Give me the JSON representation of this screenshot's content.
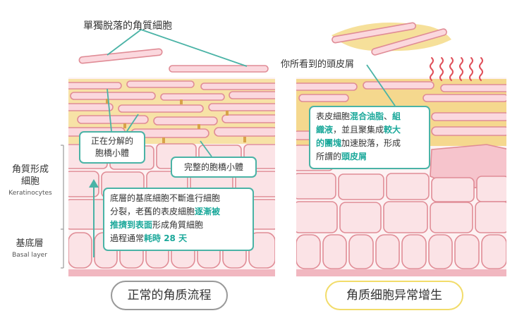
{
  "labels": {
    "shedding_cells": "單獨脫落的角質細胞",
    "visible_dandruff": "你所看到的頭皮屑",
    "keratinocytes_zh_1": "角質形成",
    "keratinocytes_zh_2": "細胞",
    "keratinocytes_en": "Keratinocytes",
    "basal_zh": "基底層",
    "basal_en": "Basal layer"
  },
  "callouts": {
    "decomposing": {
      "line1": "正在分解的",
      "line2": "胞橋小體"
    },
    "intact": "完整的胞橋小體",
    "process": {
      "l1": "底層的基底細胞不斷進行細胞",
      "l2a": "分裂，老舊的表皮細胞",
      "l2b": "逐漸被",
      "l3a": "推擠到表面",
      "l3b": "形成角質細胞",
      "l4a": "過程通常",
      "l4b": "耗時 28 天"
    },
    "dandruff": {
      "l1a": "表皮細胞",
      "l1b": "混合油脂",
      "l1c": "、",
      "l1d": "組",
      "l2a": "織液",
      "l2b": "，並且聚集成",
      "l2c": "較大",
      "l3a": "的團塊",
      "l3b": "加速脫落，形成",
      "l4a": "所謂的",
      "l4b": "頭皮屑"
    }
  },
  "captions": {
    "normal": "正常的角质流程",
    "abnormal": "角质细胞异常增生"
  },
  "colors": {
    "teal": "#4ab3a6",
    "highlight": "#1aa89a",
    "cell_fill": "#fbe3e6",
    "cell_stroke": "#e08c96",
    "flake_fill": "#fbd6de",
    "yellow": "#f3d98c",
    "wavy": "#e0505a",
    "pill_normal": "#999999",
    "pill_abnormal": "#f2dc6a"
  }
}
